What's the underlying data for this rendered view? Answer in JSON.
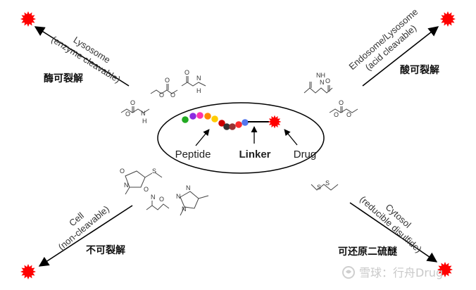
{
  "center": {
    "peptide_label": "Peptide",
    "linker_label": "Linker",
    "drug_label": "Drug",
    "peptide_colors": [
      "#22aa22",
      "#8a2be2",
      "#ff33aa",
      "#ff8800",
      "#ffcc00",
      "#cc0000",
      "#333333",
      "#993333",
      "#ff2a2a",
      "#5577ee"
    ]
  },
  "quadrants": {
    "top_left": {
      "rotated_line1": "Lysosome",
      "rotated_line2": "(enzyme cleavable)",
      "chinese": "酶可裂解"
    },
    "top_right": {
      "rotated_line1": "Endosome/Lysosome",
      "rotated_line2": "(acid cleavable)",
      "chinese": "酸可裂解"
    },
    "bottom_left": {
      "rotated_line1": "Cell",
      "rotated_line2": "(non-cleavable)",
      "chinese": "不可裂解"
    },
    "bottom_right": {
      "rotated_line1": "Cytosol",
      "rotated_line2": "(reducible disulfide)",
      "chinese": "可还原二硫醚"
    }
  },
  "chem_atoms": {
    "o": "O",
    "n": "N",
    "h": "H",
    "s": "S",
    "nh": "NH",
    "hn": "H",
    "s1": "S",
    "s2": "S"
  },
  "watermark": {
    "text": "雪球：行舟Drug"
  },
  "colors": {
    "drug_star": "#ff0000",
    "ellipse_stroke": "#000000",
    "arrow": "#000000"
  },
  "icons": {
    "drug": "red-starburst-icon",
    "watermark_logo": "snowball-logo-icon"
  }
}
